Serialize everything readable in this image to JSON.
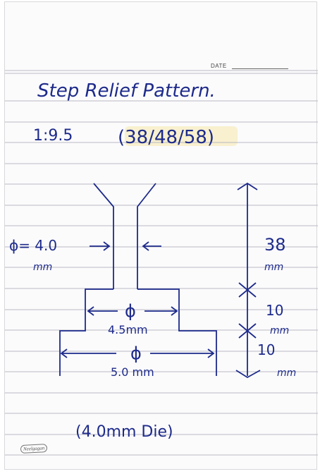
{
  "header": {
    "date_label": "DATE"
  },
  "title": "Step Relief Pattern.",
  "scale_line": {
    "ratio": "1:9.5",
    "sizes": "(38/48/58)"
  },
  "drawing": {
    "left_dim_label": "ϕ= 4.0",
    "left_dim_unit": "mm",
    "mid_dim_symbol": "ϕ",
    "mid_dim_value": "4.5mm",
    "low_dim_symbol": "ϕ",
    "low_dim_value": "5.0 mm",
    "right_top_value": "38",
    "right_top_unit": "mm",
    "right_mid_value": "10",
    "right_mid_unit": "mm",
    "right_low_value": "10",
    "right_low_unit": "mm"
  },
  "footer_note": "(4.0mm Die)",
  "brand_mark": "Neelgagan",
  "colors": {
    "ink": "#1d2a8a",
    "rule": "#b8b8c4",
    "paper": "#fbfbfc"
  }
}
